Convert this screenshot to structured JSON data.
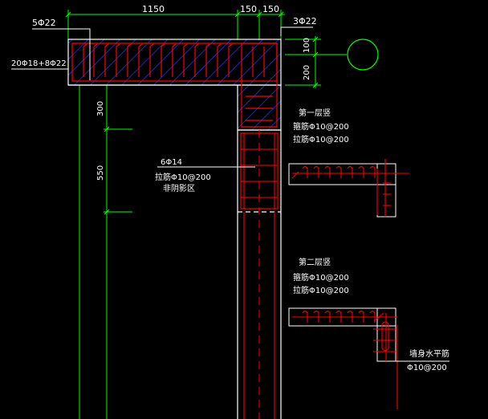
{
  "colors": {
    "background": "#000000",
    "dimension": "#00ff00",
    "rebar": "#ff0000",
    "hatch": "#2a3cff",
    "outline": "#ffffff",
    "text": "#ffffff"
  },
  "dimensions": {
    "top_1150": "1150",
    "top_150a": "150",
    "top_150b": "150",
    "right_100": "100",
    "right_200": "200",
    "left_300": "300",
    "left_550": "550"
  },
  "labels": {
    "top_left_bar": "5Φ22",
    "top_right_bar": "3Φ22",
    "side_bars": "20Φ18+8Φ22",
    "col_line1": "6Φ14",
    "col_line2": "拉筋Φ10@200",
    "col_line3": "非阴影区"
  },
  "section1": {
    "title": "第一层竖",
    "line1": "箍筋Φ10@200",
    "line2": "拉筋Φ10@200"
  },
  "section2": {
    "title": "第二层竖",
    "line1": "箍筋Φ10@200",
    "line2": "拉筋Φ10@200"
  },
  "wall_note": {
    "line1": "墙身水平筋",
    "line2": "Φ10@200"
  }
}
